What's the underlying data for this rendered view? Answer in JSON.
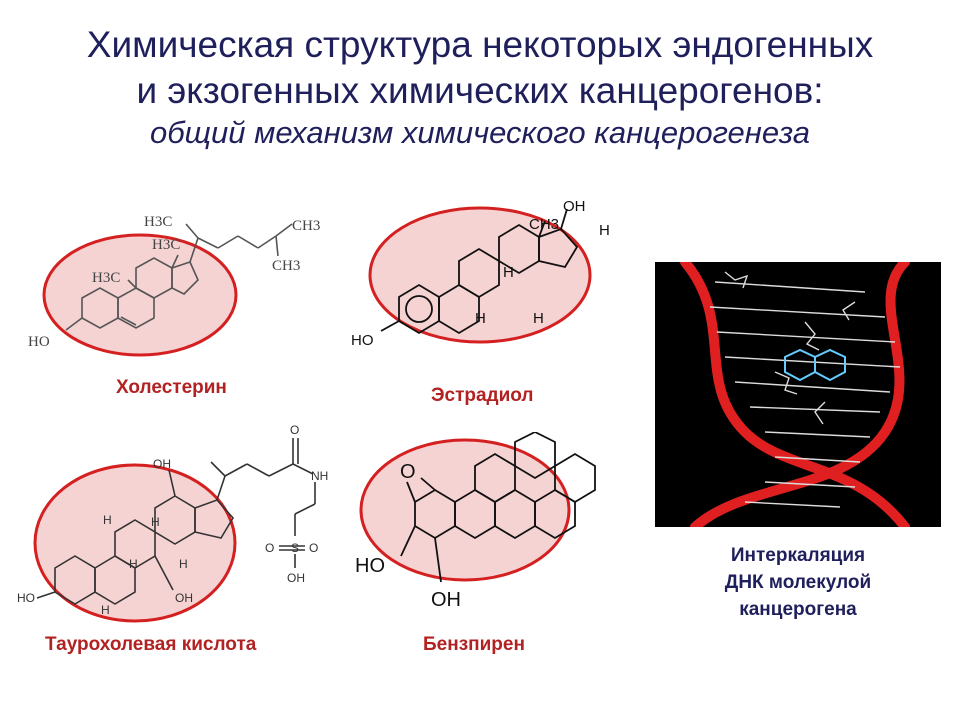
{
  "title": {
    "line1": "Химическая структура некоторых эндогенных",
    "line2": "и экзогенных химических канцерогенов:",
    "subtitle": "общий механизм химического канцерогенеза"
  },
  "molecules": {
    "cholesterol": {
      "caption": "Холестерин",
      "labels": {
        "h3c_top": "H3C",
        "h3c_mid": "H3C",
        "h3c_ring": "H3C",
        "ch3_a": "CH3",
        "ch3_b": "CH3",
        "ho": "HO"
      }
    },
    "estradiol": {
      "caption": "Эстрадиол",
      "labels": {
        "oh": "OH",
        "ch3": "CH3",
        "h1": "H",
        "h2": "H",
        "h3": "H",
        "h4": "H",
        "ho": "HO"
      }
    },
    "taurocholic": {
      "caption": "Таурохолевая кислота",
      "labels": {
        "oh_top": "OH",
        "o_top": "O",
        "nh": "NH",
        "h1": "H",
        "h2": "H",
        "h3": "H",
        "h4": "H",
        "h5": "H",
        "o_left": "O",
        "o_right": "O",
        "s": "S",
        "oh_s": "OH",
        "ho_left": "HO",
        "oh_bottom": "OH"
      }
    },
    "benzpyrene": {
      "caption": "Бензпирен",
      "labels": {
        "o": "O",
        "ho": "HO",
        "oh": "OH"
      }
    }
  },
  "dna": {
    "caption_lines": [
      "Интеркаляция",
      "ДНК молекулой",
      "канцерогена"
    ]
  },
  "colors": {
    "title": "#1f1f5c",
    "caption": "#b22222",
    "ellipse_fill": "#f6d3d3",
    "ellipse_stroke": "#d42020",
    "dna_background": "#000000",
    "dna_backbone": "#e02020"
  }
}
